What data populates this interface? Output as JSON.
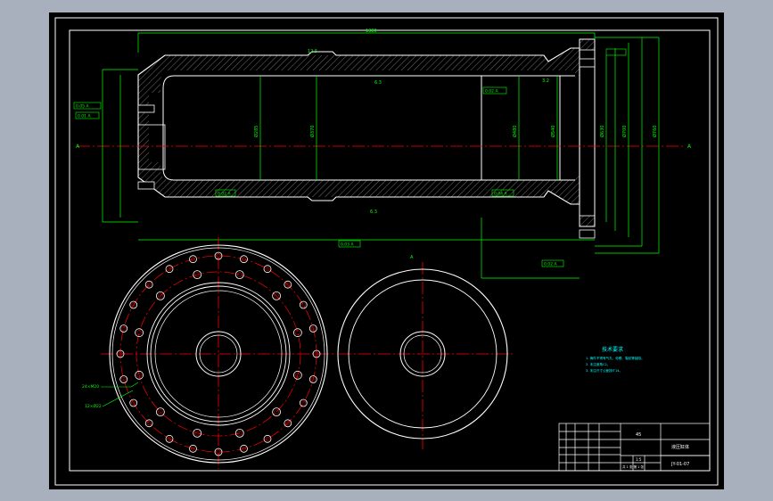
{
  "colors": {
    "background": "#a9b0bd",
    "sheet": "#000000",
    "outline": "#ffffff",
    "dimension": "#00ff00",
    "centerline": "#ff0000",
    "hatch": "#6f6f6f",
    "note_text": "#00ffff"
  },
  "section_view": {
    "section_letter": "A",
    "dimension_labels": [
      "1380",
      "Ø285",
      "Ø370",
      "Ø480",
      "Ø540",
      "Ø630",
      "Ø700",
      "Ø760"
    ],
    "roughness_marks": [
      "6.3",
      "6.3",
      "12.5",
      "3.2"
    ],
    "tolerance_frames": [
      "0.05 A",
      "0.01 A",
      "0.02 A",
      "0.02 A",
      "0.04 A",
      "0.03 A",
      "0.02 A"
    ]
  },
  "end_view": {
    "label": "A"
  },
  "flange_view": {
    "callouts": [
      "24×M20",
      "12×Ø22"
    ]
  },
  "technical_notes": {
    "title": "技术要求",
    "lines": [
      "1. 铸件不得有气孔、砂眼、裂纹等缺陷。",
      "2. 未注倒角C2。",
      "3. 未注尺寸公差按IT14。"
    ]
  },
  "title_block": {
    "material": "45",
    "drawing_name": "液压缸体",
    "drawing_number": "JY-01-07",
    "scale": "1:5",
    "sheet_info": "共 1 张 第 1 张"
  }
}
